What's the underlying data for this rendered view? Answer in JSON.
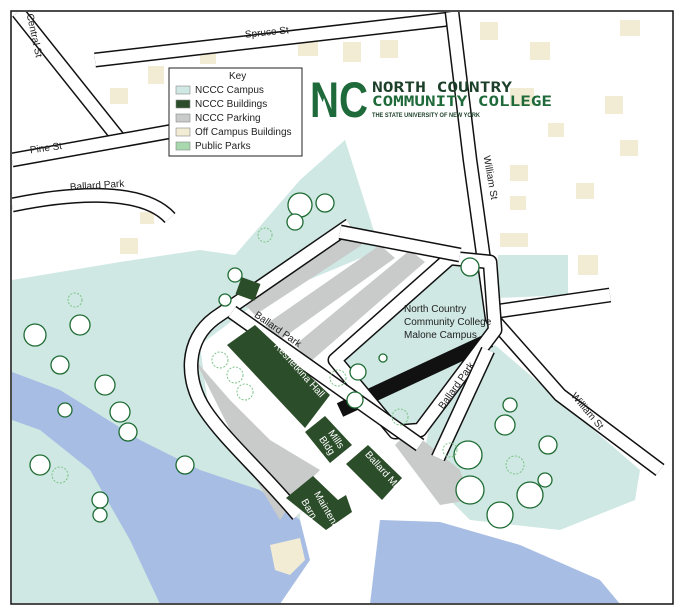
{
  "streets": {
    "spruce": "Spruce St",
    "central": "Central St",
    "pine": "Pine St",
    "ballard_park_west": "Ballard Park",
    "ballard_park_loop": "Ballard Park",
    "ballard_park_east": "Ballard Park",
    "william_north": "William St",
    "william_south": "William St"
  },
  "key": {
    "title": "Key",
    "items": [
      {
        "label": "NCCC Campus",
        "color": "#cfe8e3"
      },
      {
        "label": "NCCC Buildings",
        "color": "#2c4d2a"
      },
      {
        "label": "NCCC Parking",
        "color": "#c9caca"
      },
      {
        "label": "Off Campus Buildings",
        "color": "#f3ecd4"
      },
      {
        "label": "Public Parks",
        "color": "#a8d9ae"
      }
    ]
  },
  "logo": {
    "mark": "NC",
    "line1": "NORTH COUNTRY",
    "line2": "COMMUNITY COLLEGE",
    "line3": "THE STATE UNIVERSITY OF NEW YORK",
    "color": "#1f6a3a"
  },
  "campus_label": [
    "North Country",
    "Community College",
    "Malone Campus"
  ],
  "buildings": {
    "reshetkina": "Reshetkina Hall",
    "mills": [
      "Mills",
      "Bldg"
    ],
    "ballard_mill": "Ballard Mill",
    "maintenance": [
      "Maintenance",
      "Barn"
    ]
  },
  "colors": {
    "water": "#a7bde3",
    "campus": "#cfe8e3",
    "building": "#2c4d2a",
    "parking": "#c9caca",
    "offcampus": "#f3ecd4",
    "park": "#a8d9ae"
  }
}
